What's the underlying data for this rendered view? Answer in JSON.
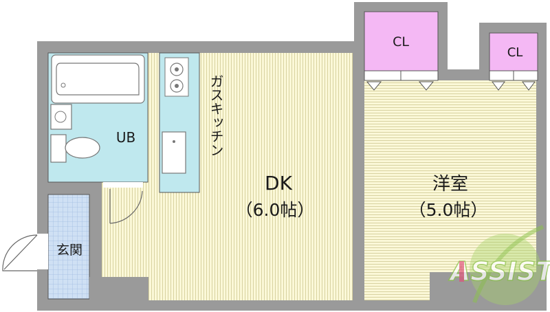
{
  "rooms": {
    "closet_label": "CL",
    "closet2_label": "CL",
    "bath_label": "UB",
    "kitchen_label": "ガスキッチン",
    "dk_name": "DK",
    "dk_size": "（6.0帖）",
    "western_name": "洋室",
    "western_size": "（5.0帖）",
    "entrance_label": "玄関"
  },
  "watermark": {
    "text": "ASSIST"
  },
  "colors": {
    "wall": "#9a9a9a",
    "floor_wood": "#fbf8d8",
    "floor_line": "#d8d2a0",
    "bath": "#bfe8ee",
    "kitchen": "#bfe8ee",
    "closet": "#f4b8f4",
    "entrance_tile": "#cfe0f4",
    "watermark_green": "#a6d46a",
    "watermark_red": "#e0507a"
  }
}
